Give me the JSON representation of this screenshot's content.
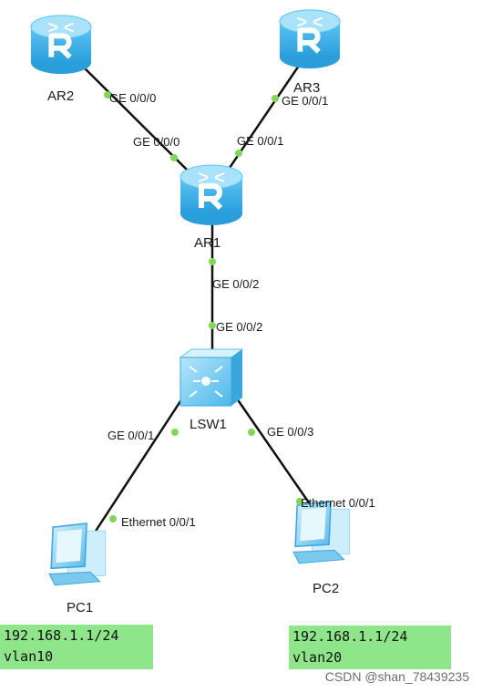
{
  "devices": {
    "ar1": "AR1",
    "ar2": "AR2",
    "ar3": "AR3",
    "lsw1": "LSW1",
    "pc1": "PC1",
    "pc2": "PC2"
  },
  "ports": {
    "ar2_ar1_ar2side": "GE 0/0/0",
    "ar2_ar1_ar1side": "GE 0/0/0",
    "ar3_ar1_ar3side": "GE 0/0/1",
    "ar3_ar1_ar1side": "GE 0/0/1",
    "ar1_lsw1_ar1side": "GE 0/0/2",
    "ar1_lsw1_lswside": "GE 0/0/2",
    "lsw1_pc1_lswside": "GE 0/0/1",
    "lsw1_pc1_pcside": "Ethernet 0/0/1",
    "lsw1_pc2_lswside": "GE 0/0/3",
    "lsw1_pc2_pcside": "Ethernet 0/0/1"
  },
  "notes": {
    "pc1": {
      "ip": "192.168.1.1/24",
      "vlan": "vlan10"
    },
    "pc2": {
      "ip": "192.168.1.1/24",
      "vlan": "vlan20"
    }
  },
  "watermark": "CSDN @shan_78439235",
  "colors": {
    "router_body": "#4fb8ec",
    "router_top": "#a9e2fb",
    "switch_body": "#7ccdf2",
    "pc_body": "#8fd3f5",
    "port_dot": "#7ed957",
    "note_bg": "#8fe68a",
    "link": "#111111"
  }
}
